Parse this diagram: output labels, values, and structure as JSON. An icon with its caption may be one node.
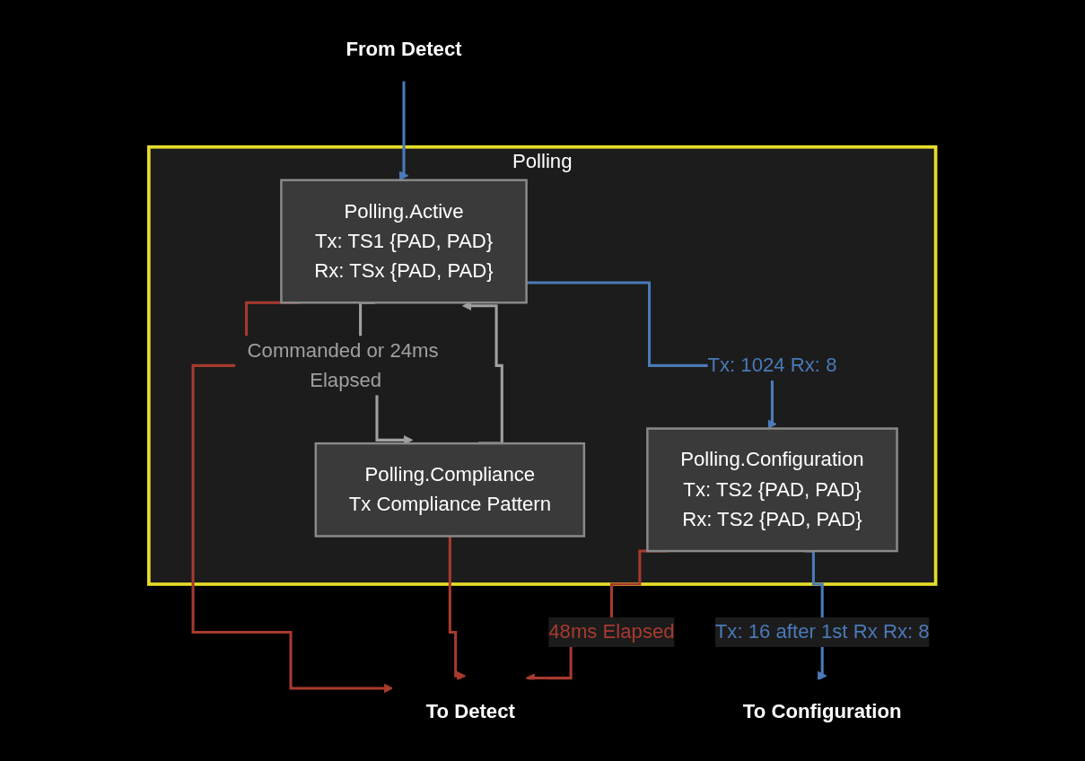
{
  "diagram": {
    "nodes": [
      {
        "text": [
          "Polling"
        ]
      },
      {
        "text": [
          "Polling.Active",
          "Tx: TS1 {PAD, PAD}",
          "Rx: TSx {PAD, PAD}"
        ],
        "in": 0
      },
      {
        "text": [
          "Polling.Compliance",
          "Tx Compliance Pattern"
        ],
        "in": 0
      },
      {
        "text": [
          "Polling.Configuration",
          "Tx: TS2 {PAD, PAD}",
          "Rx: TS2 {PAD, PAD}"
        ],
        "in": 0
      },
      {
        "text": [
          "From Detect"
        ]
      },
      {
        "text": [
          "To Detect"
        ]
      },
      {
        "text": [
          "To Configuration"
        ]
      }
    ],
    "edges": [
      {
        "from": 4,
        "to": 1,
        "arrow": "to",
        "color": "#4a7ab8"
      },
      {
        "from": 1,
        "to": 2,
        "arrow": "to",
        "label": "Commanded or 24ms Elapsed",
        "color": "#a0a0a0"
      },
      {
        "from": 2,
        "to": 1,
        "arrow": "to",
        "color": "#a0a0a0"
      },
      {
        "from": 1,
        "to": 3,
        "arrow": "to",
        "label": "Tx: 1024 Rx: 8",
        "color": "#4a7ab8"
      },
      {
        "from": 1,
        "to": 5,
        "arrow": "to",
        "color": "#a83a2e"
      },
      {
        "from": 2,
        "to": 5,
        "arrow": "to",
        "color": "#a83a2e"
      },
      {
        "from": 3,
        "to": 5,
        "arrow": "to",
        "label": "48ms Elapsed",
        "color": "#a83a2e"
      },
      {
        "from": 3,
        "to": 6,
        "arrow": "to",
        "label": "Tx: 16 after 1st Rx Rx: 8",
        "color": "#4a7ab8"
      }
    ]
  }
}
